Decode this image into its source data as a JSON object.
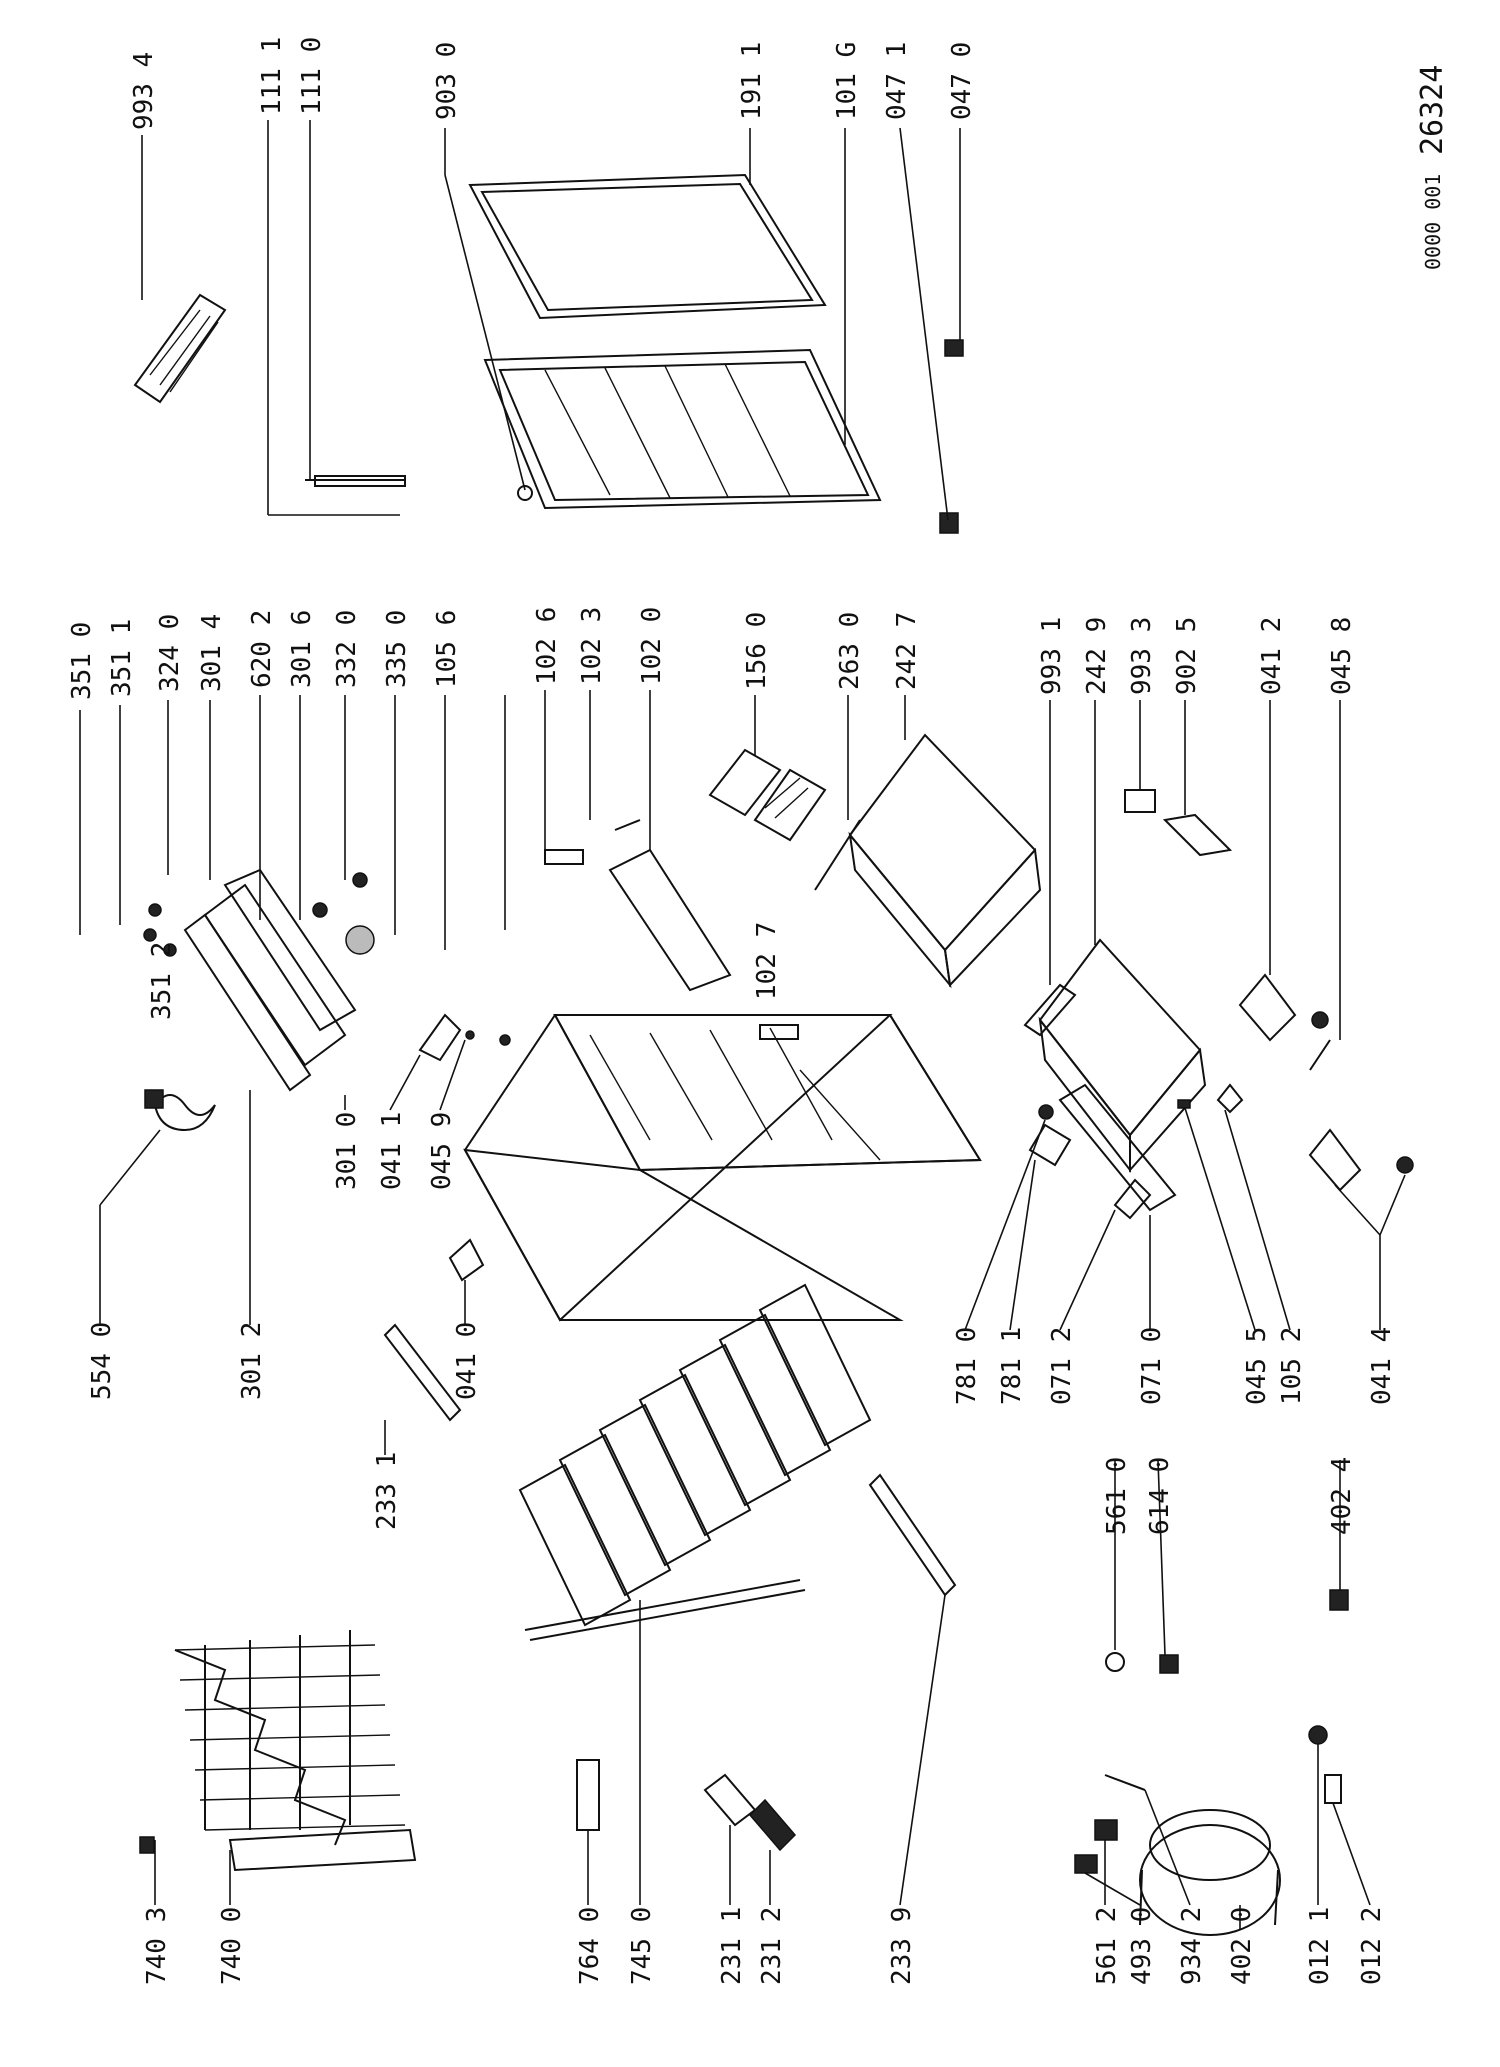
{
  "drawing": {
    "code": "0000 001",
    "reference": "26324"
  },
  "labels": [
    "993 4",
    "111 1",
    "111 0",
    "903 0",
    "191 1",
    "101 G",
    "047 1",
    "047 0",
    "351 0",
    "351 1",
    "324 0",
    "301 4",
    "620 2",
    "301 6",
    "332 0",
    "335 0",
    "105 6",
    "102 6",
    "102 3",
    "102 0",
    "156 0",
    "263 0",
    "242 7",
    "993 1",
    "242 9",
    "993 3",
    "902 5",
    "041 2",
    "045 8",
    "351 2",
    "102 7",
    "554 0",
    "301 2",
    "301 0",
    "041 1",
    "045 9",
    "041 0",
    "781 0",
    "781 1",
    "071 2",
    "071 0",
    "045 5",
    "105 2",
    "041 4",
    "233 1",
    "561 0",
    "614 0",
    "402 4",
    "740 3",
    "740 0",
    "764 0",
    "745 0",
    "231 1",
    "231 2",
    "233 9",
    "561 2",
    "493 0",
    "934 2",
    "402 0",
    "012 1",
    "012 2"
  ]
}
